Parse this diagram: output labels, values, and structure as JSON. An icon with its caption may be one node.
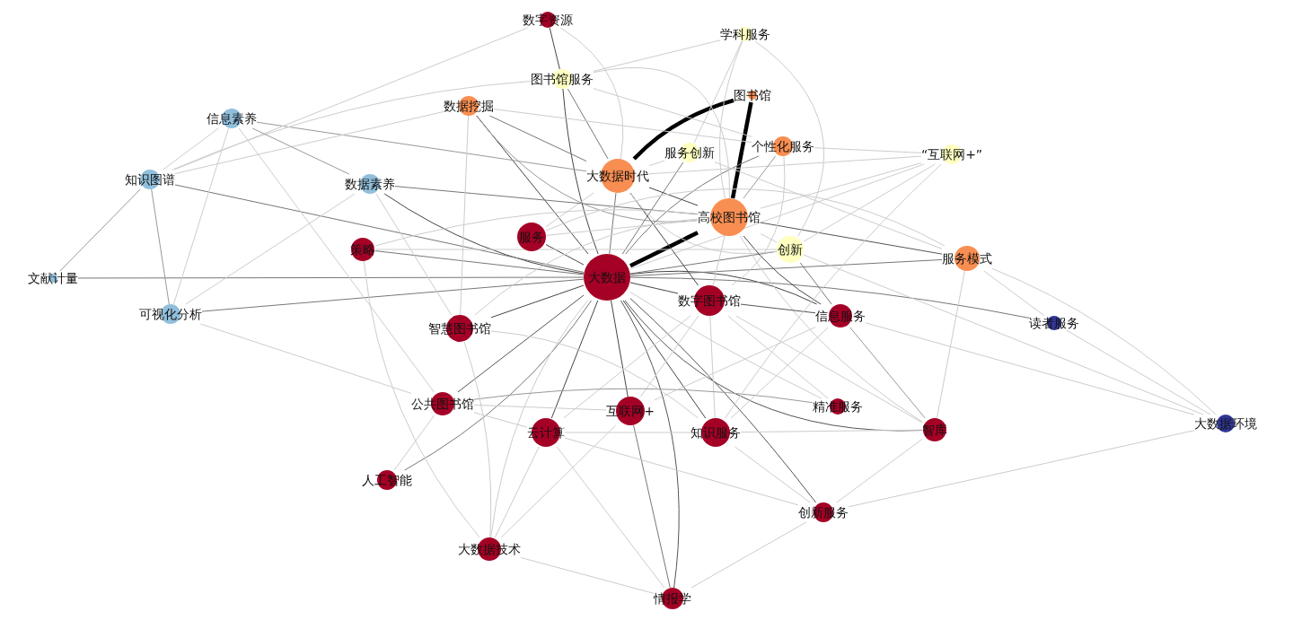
{
  "diagram": {
    "nodes": [
      {
        "text": [
          "数字资源"
        ]
      },
      {
        "text": [
          "学科服务"
        ]
      },
      {
        "text": [
          "图书馆服务"
        ]
      },
      {
        "text": [
          "图书馆"
        ]
      },
      {
        "text": [
          "数据挖掘"
        ]
      },
      {
        "text": [
          "信息素养"
        ]
      },
      {
        "text": [
          "个性化服务"
        ]
      },
      {
        "text": [
          "服务创新"
        ]
      },
      {
        "text": [
          "大数据时代"
        ]
      },
      {
        "text": [
          "“互联网+”"
        ]
      },
      {
        "text": [
          "知识图谱"
        ]
      },
      {
        "text": [
          "数据素养"
        ]
      },
      {
        "text": [
          "高校图书馆"
        ]
      },
      {
        "text": [
          "服务"
        ]
      },
      {
        "text": [
          "策略"
        ]
      },
      {
        "text": [
          "创新"
        ]
      },
      {
        "text": [
          "服务模式"
        ]
      },
      {
        "text": [
          "文献计量"
        ]
      },
      {
        "text": [
          "大数据"
        ]
      },
      {
        "text": [
          "数字图书馆"
        ]
      },
      {
        "text": [
          "可视化分析"
        ]
      },
      {
        "text": [
          "信息服务"
        ]
      },
      {
        "text": [
          "读者服务"
        ]
      },
      {
        "text": [
          "智慧图书馆"
        ]
      },
      {
        "text": [
          "公共图书馆"
        ]
      },
      {
        "text": [
          "精准服务"
        ]
      },
      {
        "text": [
          "互联网+"
        ]
      },
      {
        "text": [
          "云计算"
        ]
      },
      {
        "text": [
          "知识服务"
        ]
      },
      {
        "text": [
          "智库"
        ]
      },
      {
        "text": [
          "人工智能"
        ]
      },
      {
        "text": [
          "创新服务"
        ]
      },
      {
        "text": [
          "大数据环境"
        ]
      },
      {
        "text": [
          "大数据技术"
        ]
      },
      {
        "text": [
          "情报学"
        ]
      }
    ],
    "edges": [
      {
        "from": 18,
        "to": 12,
        "arrow": "none",
        "style": "thick",
        "color": "#000000"
      },
      {
        "from": 8,
        "to": 3,
        "arrow": "none",
        "style": "thick",
        "color": "#000000"
      },
      {
        "from": 3,
        "to": 12,
        "arrow": "none",
        "style": "thick",
        "color": "#000000"
      },
      {
        "from": 0,
        "to": 2,
        "arrow": "none",
        "color": "#444444"
      },
      {
        "from": 2,
        "to": 18,
        "arrow": "none",
        "color": "#444444"
      },
      {
        "from": 18,
        "to": 4,
        "arrow": "none",
        "color": "#444444"
      },
      {
        "from": 18,
        "to": 11,
        "arrow": "none",
        "color": "#444444"
      },
      {
        "from": 18,
        "to": 13,
        "arrow": "none",
        "color": "#444444"
      },
      {
        "from": 18,
        "to": 14,
        "arrow": "none",
        "color": "#777777"
      },
      {
        "from": 18,
        "to": 17,
        "arrow": "none",
        "color": "#777777"
      },
      {
        "from": 18,
        "to": 20,
        "arrow": "none",
        "color": "#777777"
      },
      {
        "from": 18,
        "to": 10,
        "arrow": "none",
        "color": "#777777"
      },
      {
        "from": 18,
        "to": 23,
        "arrow": "none",
        "color": "#444444"
      },
      {
        "from": 18,
        "to": 24,
        "arrow": "none",
        "color": "#555555"
      },
      {
        "from": 18,
        "to": 27,
        "arrow": "none",
        "color": "#444444"
      },
      {
        "from": 18,
        "to": 26,
        "arrow": "none",
        "color": "#444444"
      },
      {
        "from": 18,
        "to": 28,
        "arrow": "none",
        "color": "#444444"
      },
      {
        "from": 18,
        "to": 31,
        "arrow": "none",
        "color": "#555555"
      },
      {
        "from": 18,
        "to": 21,
        "arrow": "none",
        "color": "#444444"
      },
      {
        "from": 18,
        "to": 19,
        "arrow": "none",
        "color": "#444444"
      },
      {
        "from": 18,
        "to": 22,
        "arrow": "none",
        "color": "#777777"
      },
      {
        "from": 18,
        "to": 16,
        "arrow": "none",
        "color": "#777777"
      },
      {
        "from": 18,
        "to": 15,
        "arrow": "none",
        "color": "#777777"
      },
      {
        "from": 18,
        "to": 8,
        "arrow": "none",
        "color": "#777777"
      },
      {
        "from": 18,
        "to": 7,
        "arrow": "none",
        "color": "#777777"
      },
      {
        "from": 18,
        "to": 6,
        "arrow": "none",
        "color": "#777777"
      },
      {
        "from": 18,
        "to": 9,
        "arrow": "none"
      },
      {
        "from": 18,
        "to": 30,
        "arrow": "none",
        "color": "#777777"
      },
      {
        "from": 18,
        "to": 33,
        "arrow": "none"
      },
      {
        "from": 18,
        "to": 34,
        "arrow": "none",
        "color": "#555555"
      },
      {
        "from": 18,
        "to": 29,
        "arrow": "none",
        "color": "#555555"
      },
      {
        "from": 18,
        "to": 25,
        "arrow": "none"
      },
      {
        "from": 8,
        "to": 19,
        "arrow": "none",
        "color": "#444444"
      },
      {
        "from": 8,
        "to": 12,
        "arrow": "none",
        "color": "#444444"
      },
      {
        "from": 8,
        "to": 4,
        "arrow": "none",
        "color": "#777777"
      },
      {
        "from": 8,
        "to": 2,
        "arrow": "none",
        "color": "#777777"
      },
      {
        "from": 8,
        "to": 9,
        "arrow": "none"
      },
      {
        "from": 8,
        "to": 13,
        "arrow": "none"
      },
      {
        "from": 8,
        "to": 5,
        "arrow": "none",
        "color": "#999999"
      },
      {
        "from": 8,
        "to": 15,
        "arrow": "none"
      },
      {
        "from": 12,
        "to": 21,
        "arrow": "none",
        "color": "#444444"
      },
      {
        "from": 12,
        "to": 16,
        "arrow": "none",
        "color": "#555555"
      },
      {
        "from": 12,
        "to": 11,
        "arrow": "none",
        "color": "#777777"
      },
      {
        "from": 12,
        "to": 4,
        "arrow": "none",
        "color": "#999999"
      },
      {
        "from": 12,
        "to": 2,
        "arrow": "none"
      },
      {
        "from": 12,
        "to": 1,
        "arrow": "none"
      },
      {
        "from": 12,
        "to": 6,
        "arrow": "none",
        "color": "#999999"
      },
      {
        "from": 12,
        "to": 9,
        "arrow": "none"
      },
      {
        "from": 12,
        "to": 29,
        "arrow": "none"
      },
      {
        "from": 12,
        "to": 15,
        "arrow": "none"
      },
      {
        "from": 12,
        "to": 14,
        "arrow": "none"
      },
      {
        "from": 12,
        "to": 13,
        "arrow": "none"
      },
      {
        "from": 12,
        "to": 19,
        "arrow": "none"
      },
      {
        "from": 12,
        "to": 23,
        "arrow": "none"
      },
      {
        "from": 10,
        "to": 17,
        "arrow": "none",
        "color": "#999999"
      },
      {
        "from": 10,
        "to": 20,
        "arrow": "none",
        "color": "#999999"
      },
      {
        "from": 10,
        "to": 5,
        "arrow": "none"
      },
      {
        "from": 10,
        "to": 4,
        "arrow": "none"
      },
      {
        "from": 10,
        "to": 2,
        "arrow": "none"
      },
      {
        "from": 5,
        "to": 20,
        "arrow": "none"
      },
      {
        "from": 5,
        "to": 11,
        "arrow": "none",
        "color": "#999999"
      },
      {
        "from": 5,
        "to": 24,
        "arrow": "none"
      },
      {
        "from": 20,
        "to": 24,
        "arrow": "none"
      },
      {
        "from": 11,
        "to": 20,
        "arrow": "none"
      },
      {
        "from": 11,
        "to": 23,
        "arrow": "none"
      },
      {
        "from": 14,
        "to": 33,
        "arrow": "none"
      },
      {
        "from": 19,
        "to": 21,
        "arrow": "none",
        "color": "#555555"
      },
      {
        "from": 19,
        "to": 25,
        "arrow": "none"
      },
      {
        "from": 19,
        "to": 28,
        "arrow": "none"
      },
      {
        "from": 19,
        "to": 29,
        "arrow": "none"
      },
      {
        "from": 19,
        "to": 26,
        "arrow": "none"
      },
      {
        "from": 19,
        "to": 27,
        "arrow": "none"
      },
      {
        "from": 24,
        "to": 30,
        "arrow": "none"
      },
      {
        "from": 24,
        "to": 26,
        "arrow": "none"
      },
      {
        "from": 24,
        "to": 25,
        "arrow": "none",
        "color": "#999999"
      },
      {
        "from": 24,
        "to": 27,
        "arrow": "none"
      },
      {
        "from": 23,
        "to": 33,
        "arrow": "none"
      },
      {
        "from": 23,
        "to": 28,
        "arrow": "none"
      },
      {
        "from": 26,
        "to": 34,
        "arrow": "none",
        "color": "#777777"
      },
      {
        "from": 26,
        "to": 21,
        "arrow": "none"
      },
      {
        "from": 26,
        "to": 33,
        "arrow": "none"
      },
      {
        "from": 27,
        "to": 33,
        "arrow": "none"
      },
      {
        "from": 27,
        "to": 34,
        "arrow": "none"
      },
      {
        "from": 27,
        "to": 28,
        "arrow": "none"
      },
      {
        "from": 27,
        "to": 31,
        "arrow": "none"
      },
      {
        "from": 28,
        "to": 31,
        "arrow": "none"
      },
      {
        "from": 31,
        "to": 29,
        "arrow": "none"
      },
      {
        "from": 31,
        "to": 32,
        "arrow": "none"
      },
      {
        "from": 31,
        "to": 34,
        "arrow": "none"
      },
      {
        "from": 29,
        "to": 21,
        "arrow": "none",
        "color": "#999999"
      },
      {
        "from": 29,
        "to": 16,
        "arrow": "none"
      },
      {
        "from": 29,
        "to": 28,
        "arrow": "none"
      },
      {
        "from": 22,
        "to": 32,
        "arrow": "none"
      },
      {
        "from": 16,
        "to": 32,
        "arrow": "none"
      },
      {
        "from": 16,
        "to": 22,
        "arrow": "none"
      },
      {
        "from": 15,
        "to": 32,
        "arrow": "none"
      },
      {
        "from": 21,
        "to": 32,
        "arrow": "none"
      },
      {
        "from": 15,
        "to": 21,
        "arrow": "none",
        "color": "#777777"
      },
      {
        "from": 33,
        "to": 34,
        "arrow": "none"
      },
      {
        "from": 1,
        "to": 2,
        "arrow": "none"
      },
      {
        "from": 1,
        "to": 15,
        "arrow": "none"
      },
      {
        "from": 1,
        "to": 7,
        "arrow": "none"
      },
      {
        "from": 0,
        "to": 8,
        "arrow": "none"
      },
      {
        "from": 0,
        "to": 10,
        "arrow": "none"
      },
      {
        "from": 7,
        "to": 16,
        "arrow": "none"
      },
      {
        "from": 7,
        "to": 8,
        "arrow": "none"
      },
      {
        "from": 6,
        "to": 9,
        "arrow": "none"
      },
      {
        "from": 6,
        "to": 19,
        "arrow": "none"
      },
      {
        "from": 9,
        "to": 28,
        "arrow": "none"
      },
      {
        "from": 9,
        "to": 15,
        "arrow": "none"
      },
      {
        "from": 13,
        "to": 16,
        "arrow": "none"
      },
      {
        "from": 14,
        "to": 15,
        "arrow": "none"
      },
      {
        "from": 4,
        "to": 23,
        "arrow": "none"
      },
      {
        "from": 4,
        "to": 6,
        "arrow": "none"
      },
      {
        "from": 2,
        "to": 6,
        "arrow": "none"
      },
      {
        "from": 28,
        "to": 21,
        "arrow": "none"
      }
    ]
  }
}
